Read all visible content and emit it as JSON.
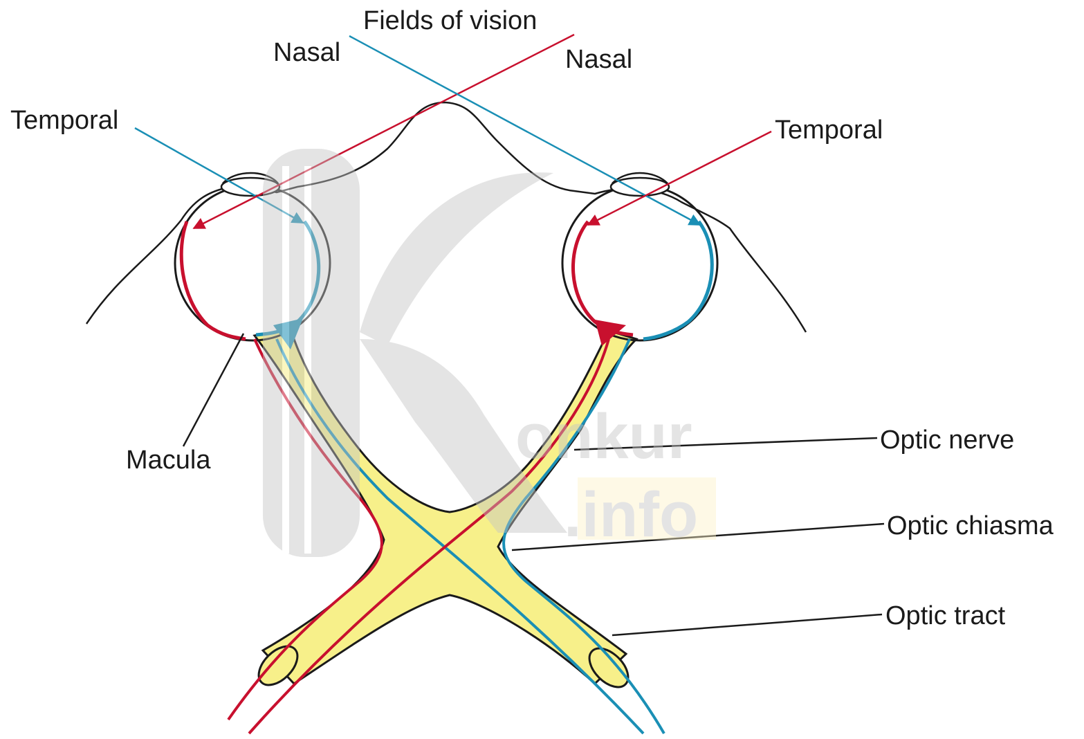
{
  "labels": {
    "fields_of_vision": "Fields of vision",
    "nasal_left": "Nasal",
    "nasal_right": "Nasal",
    "temporal_left": "Temporal",
    "temporal_right": "Temporal",
    "macula": "Macula",
    "optic_nerve": "Optic nerve",
    "optic_chiasma": "Optic chiasma",
    "optic_tract": "Optic tract"
  },
  "watermark": {
    "text_main": "onkur",
    "text_sub": ".info"
  },
  "colors": {
    "temporal_pathway": "#c8102e",
    "nasal_pathway": "#1a8fb5",
    "nerve_fill": "#f7f08a",
    "outline": "#1a1a1a",
    "watermark_gray": "#c4c4c4",
    "watermark_sub_bg": "#fdf2c8"
  }
}
